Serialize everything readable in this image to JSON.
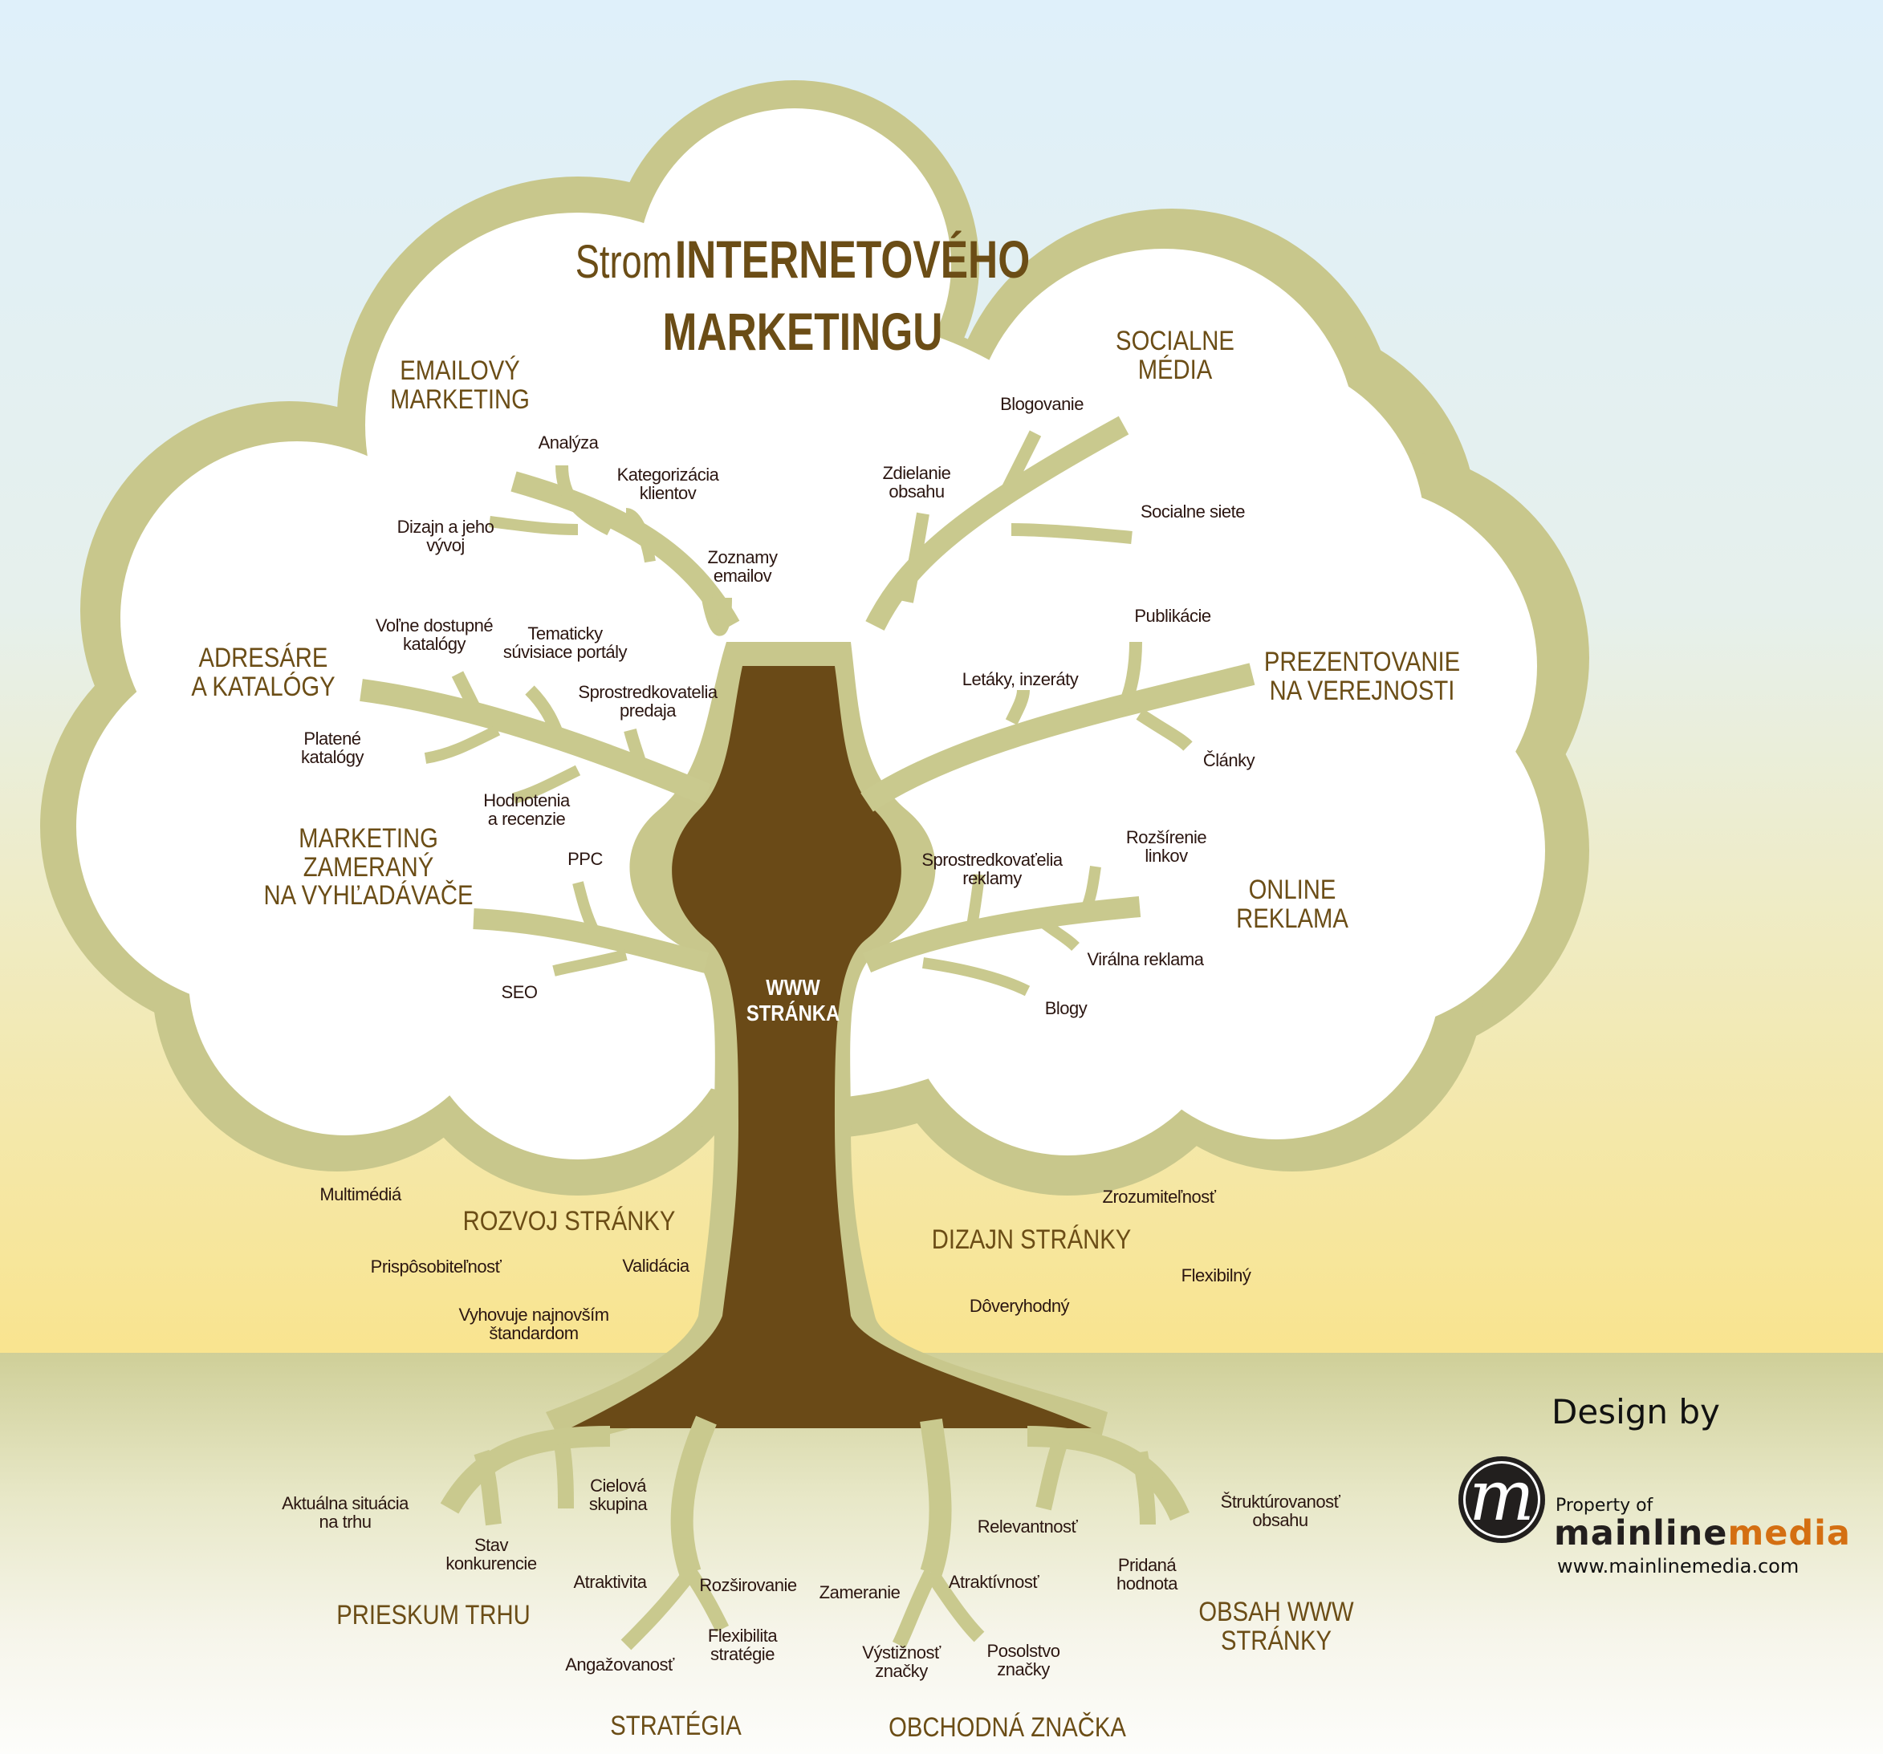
{
  "title": {
    "light": "Strom",
    "bold_line1": "INTERNETOVÉHO",
    "bold_line2": "MARKETINGU"
  },
  "trunk_label": {
    "line1": "WWW",
    "line2": "STRÁNKA"
  },
  "colors": {
    "sky": "#dff0fa",
    "canopy_outline": "#c8c78c",
    "branch": "#c9c98e",
    "trunk": "#6a4a17",
    "heading": "#6b4d16",
    "leaf_text": "#2b1611",
    "ground_band": "#f8e390",
    "brand_orange": "#d46f12"
  },
  "branches": [
    {
      "name": "emailovy-marketing",
      "heading": [
        "EMAILOVÝ",
        "MARKETING"
      ],
      "items": [
        [
          "Analýza"
        ],
        [
          "Kategorizácia",
          "klientov"
        ],
        [
          "Dizajn a jeho",
          "vývoj"
        ],
        [
          "Zoznamy",
          "emailov"
        ]
      ]
    },
    {
      "name": "socialne-media",
      "heading": [
        "SOCIALNE",
        "MÉDIA"
      ],
      "items": [
        [
          "Blogovanie"
        ],
        [
          "Zdielanie",
          "obsahu"
        ],
        [
          "Socialne siete"
        ]
      ]
    },
    {
      "name": "adresare-katalogy",
      "heading": [
        "ADRESÁRE",
        "A KATALÓGY"
      ],
      "items": [
        [
          "Voľne dostupné",
          "katalógy"
        ],
        [
          "Tematicky",
          "súvisiace portály"
        ],
        [
          "Sprostredkovatelia",
          "predaja"
        ],
        [
          "Platené",
          "katalógy"
        ],
        [
          "Hodnotenia",
          "a recenzie"
        ]
      ]
    },
    {
      "name": "prezentovanie",
      "heading": [
        "PREZENTOVANIE",
        "NA VEREJNOSTI"
      ],
      "items": [
        [
          "Publikácie"
        ],
        [
          "Letáky, inzeráty"
        ],
        [
          "Články"
        ]
      ]
    },
    {
      "name": "marketing-vyhladavace",
      "heading": [
        "MARKETING",
        "ZAMERANÝ",
        "NA VYHĽADÁVAČE"
      ],
      "items": [
        [
          "PPC"
        ],
        [
          "SEO"
        ]
      ]
    },
    {
      "name": "online-reklama",
      "heading": [
        "ONLINE",
        "REKLAMA"
      ],
      "items": [
        [
          "Sprostredkovaťelia",
          "reklamy"
        ],
        [
          "Rozšírenie",
          "linkov"
        ],
        [
          "Virálna reklama"
        ],
        [
          "Blogy"
        ]
      ]
    }
  ],
  "trunk_sections": [
    {
      "name": "rozvoj-stranky",
      "heading": [
        "ROZVOJ STRÁNKY"
      ],
      "items": [
        [
          "Multimédiá"
        ],
        [
          "Prispôsobiteľnosť"
        ],
        [
          "Validácia"
        ],
        [
          "Vyhovuje najnovším",
          "štandardom"
        ]
      ]
    },
    {
      "name": "dizajn-stranky",
      "heading": [
        "DIZAJN STRÁNKY"
      ],
      "items": [
        [
          "Zrozumiteľnosť"
        ],
        [
          "Flexibilný"
        ],
        [
          "Dôveryhodný"
        ]
      ]
    }
  ],
  "roots": [
    {
      "name": "prieskum-trhu",
      "heading": [
        "PRIESKUM TRHU"
      ],
      "items": [
        [
          "Aktuálna situácia",
          "na trhu"
        ],
        [
          "Stav",
          "konkurencie"
        ],
        [
          "Cielová",
          "skupina"
        ]
      ]
    },
    {
      "name": "strategia",
      "heading": [
        "STRATÉGIA"
      ],
      "items": [
        [
          "Atraktivita"
        ],
        [
          "Rozširovanie"
        ],
        [
          "Angažovanosť"
        ],
        [
          "Flexibilita",
          "stratégie"
        ]
      ]
    },
    {
      "name": "obchodna-znacka",
      "heading": [
        "OBCHODNÁ ZNAČKA"
      ],
      "items": [
        [
          "Zameranie"
        ],
        [
          "Atraktívnosť"
        ],
        [
          "Výstižnosť",
          "značky"
        ],
        [
          "Posolstvo",
          "značky"
        ]
      ]
    },
    {
      "name": "obsah-www",
      "heading": [
        "OBSAH WWW",
        "STRÁNKY"
      ],
      "items": [
        [
          "Relevantnosť"
        ],
        [
          "Štruktúrovanosť",
          "obsahu"
        ],
        [
          "Pridaná",
          "hodnota"
        ]
      ]
    }
  ],
  "credit": {
    "design_by": "Design by",
    "logo_letter": "m",
    "property_of": "Property of",
    "brand_part1": "mainline",
    "brand_part2": "media",
    "url": "www.mainlinemedia.com"
  }
}
